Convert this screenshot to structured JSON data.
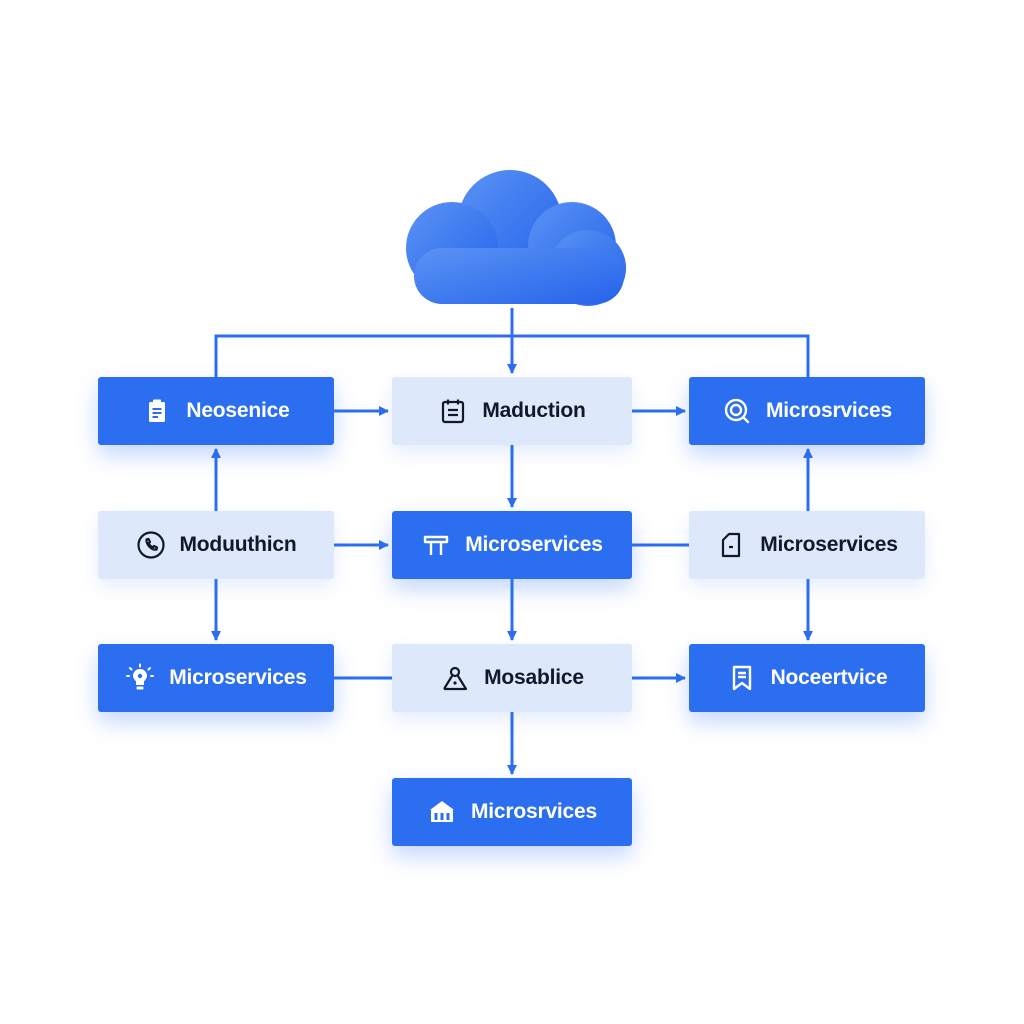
{
  "colors": {
    "accent": "#2b6ef0",
    "node_dark": "#2b6ef0",
    "node_light": "#dde8fb",
    "connector": "#2b6ef0",
    "text_dark": "#111827",
    "text_light": "#ffffff"
  },
  "cloud": {
    "icon": "cloud-icon"
  },
  "nodes": [
    {
      "label": "Neosenice",
      "icon": "clipboard-icon",
      "style": "dark"
    },
    {
      "label": "Maduction",
      "icon": "calendar-icon",
      "style": "light"
    },
    {
      "label": "Microsrvices",
      "icon": "search-icon",
      "style": "dark"
    },
    {
      "label": "Moduuthicn",
      "icon": "phone-icon",
      "style": "light"
    },
    {
      "label": "Microservices",
      "icon": "pillar-icon",
      "style": "dark"
    },
    {
      "label": "Microservices",
      "icon": "document-icon",
      "style": "light"
    },
    {
      "label": "Microservices",
      "icon": "lightbulb-icon",
      "style": "dark"
    },
    {
      "label": "Mosablice",
      "icon": "user-icon",
      "style": "light"
    },
    {
      "label": "Noceertvice",
      "icon": "bookmark-icon",
      "style": "dark"
    },
    {
      "label": "Microsrvices",
      "icon": "building-icon",
      "style": "dark"
    }
  ]
}
